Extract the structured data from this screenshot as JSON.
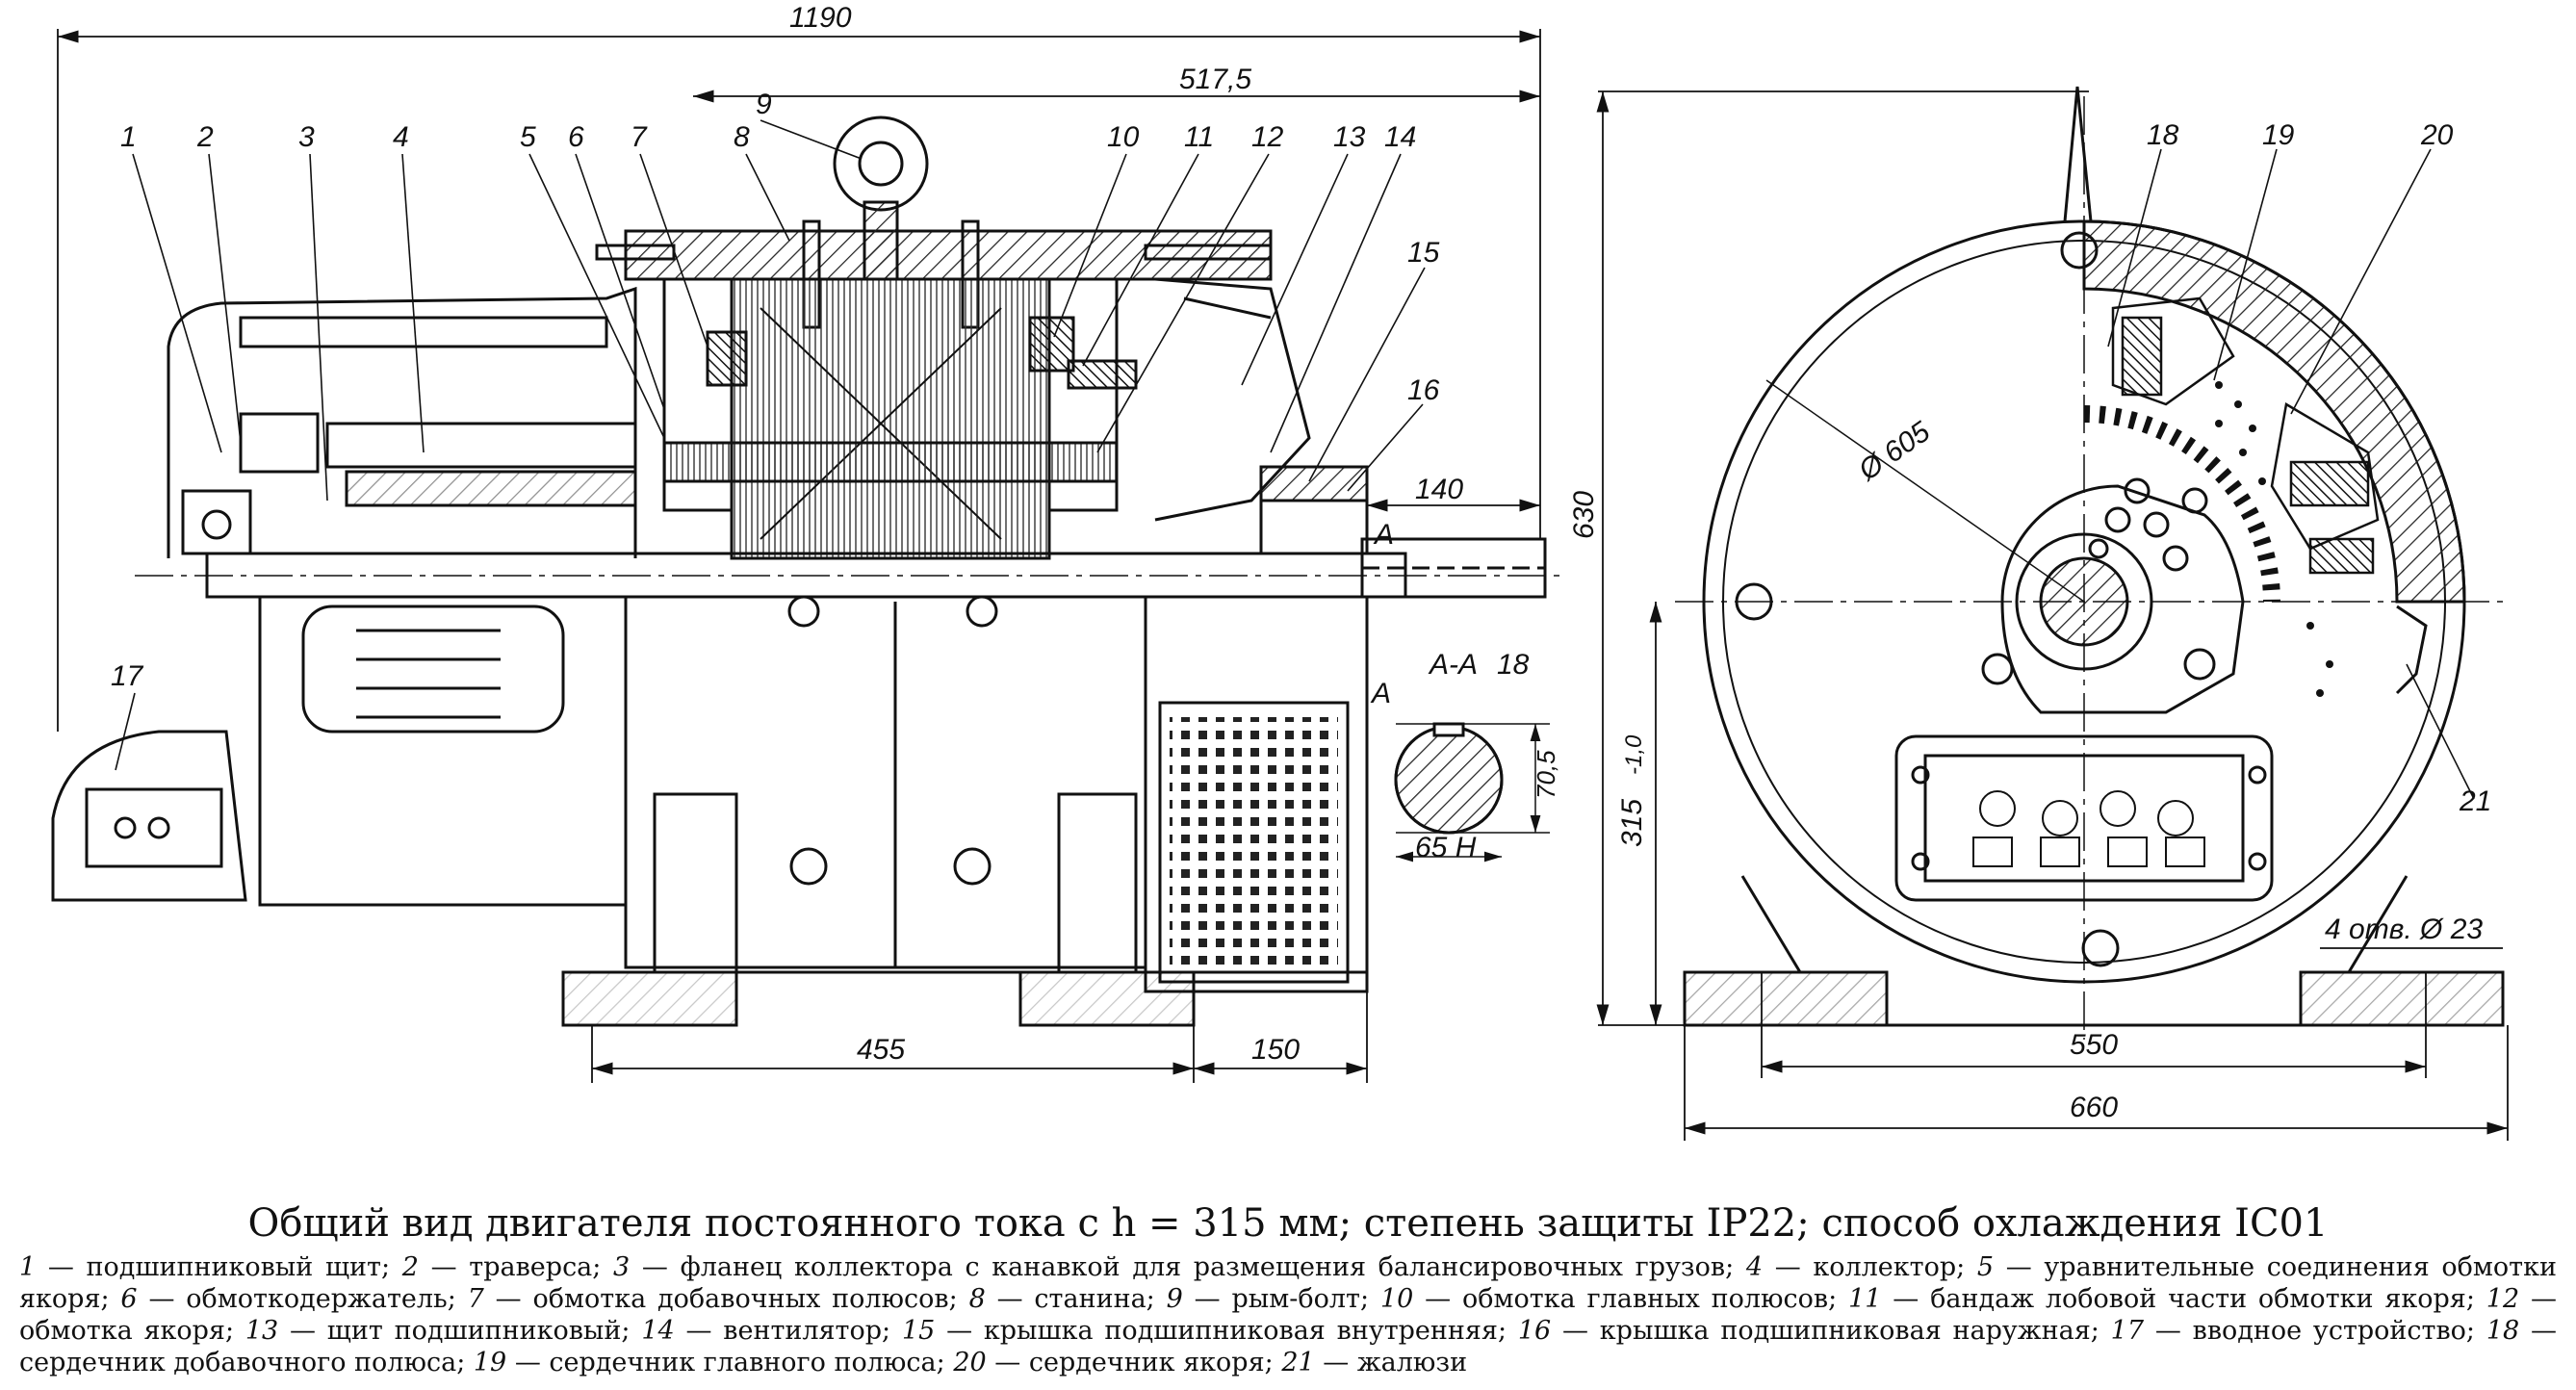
{
  "dimensions": {
    "d1190": "1190",
    "d517": "517,5",
    "d140": "140",
    "d630": "630",
    "d455": "455",
    "d150": "150",
    "d605": "Ø 605",
    "d315": "315",
    "d315tol": "-1,0",
    "d550": "550",
    "d660": "660",
    "d4holes": "4 отв. Ø 23",
    "d705": "70,5",
    "d65": "65 H",
    "section": "А-А",
    "secA1": "A",
    "secA2": "A"
  },
  "callouts": [
    "1",
    "2",
    "3",
    "4",
    "5",
    "6",
    "7",
    "8",
    "9",
    "10",
    "11",
    "12",
    "13",
    "14",
    "15",
    "16",
    "17",
    "18",
    "18",
    "19",
    "20",
    "21"
  ],
  "caption": {
    "title": "Общий вид двигателя постоянного тока с h = 315 мм; степень защиты IP22; способ охлаждения IC01",
    "legend": [
      {
        "num": "1",
        "text": "подшипниковый щит;"
      },
      {
        "num": "2",
        "text": "траверса;"
      },
      {
        "num": "3",
        "text": "фланец коллектора с канавкой для размещения балансировочных грузов;"
      },
      {
        "num": "4",
        "text": "коллектор;"
      },
      {
        "num": "5",
        "text": "уравнительные соединения обмотки якоря;"
      },
      {
        "num": "6",
        "text": "обмоткодержатель;"
      },
      {
        "num": "7",
        "text": "обмотка добавочных полюсов;"
      },
      {
        "num": "8",
        "text": "станина;"
      },
      {
        "num": "9",
        "text": "рым-болт;"
      },
      {
        "num": "10",
        "text": "обмотка главных полюсов;"
      },
      {
        "num": "11",
        "text": "бандаж лобовой части обмотки якоря;"
      },
      {
        "num": "12",
        "text": "обмотка якоря;"
      },
      {
        "num": "13",
        "text": "щит подшипниковый;"
      },
      {
        "num": "14",
        "text": "вентилятор;"
      },
      {
        "num": "15",
        "text": "крышка подшипниковая внутренняя;"
      },
      {
        "num": "16",
        "text": "крышка подшипниковая наружная;"
      },
      {
        "num": "17",
        "text": "вводное устройство;"
      },
      {
        "num": "18",
        "text": "сердечник добавочного полюса;"
      },
      {
        "num": "19",
        "text": "сердечник главного полюса;"
      },
      {
        "num": "20",
        "text": "сердечник якоря;"
      },
      {
        "num": "21",
        "text": "жалюзи"
      }
    ]
  }
}
